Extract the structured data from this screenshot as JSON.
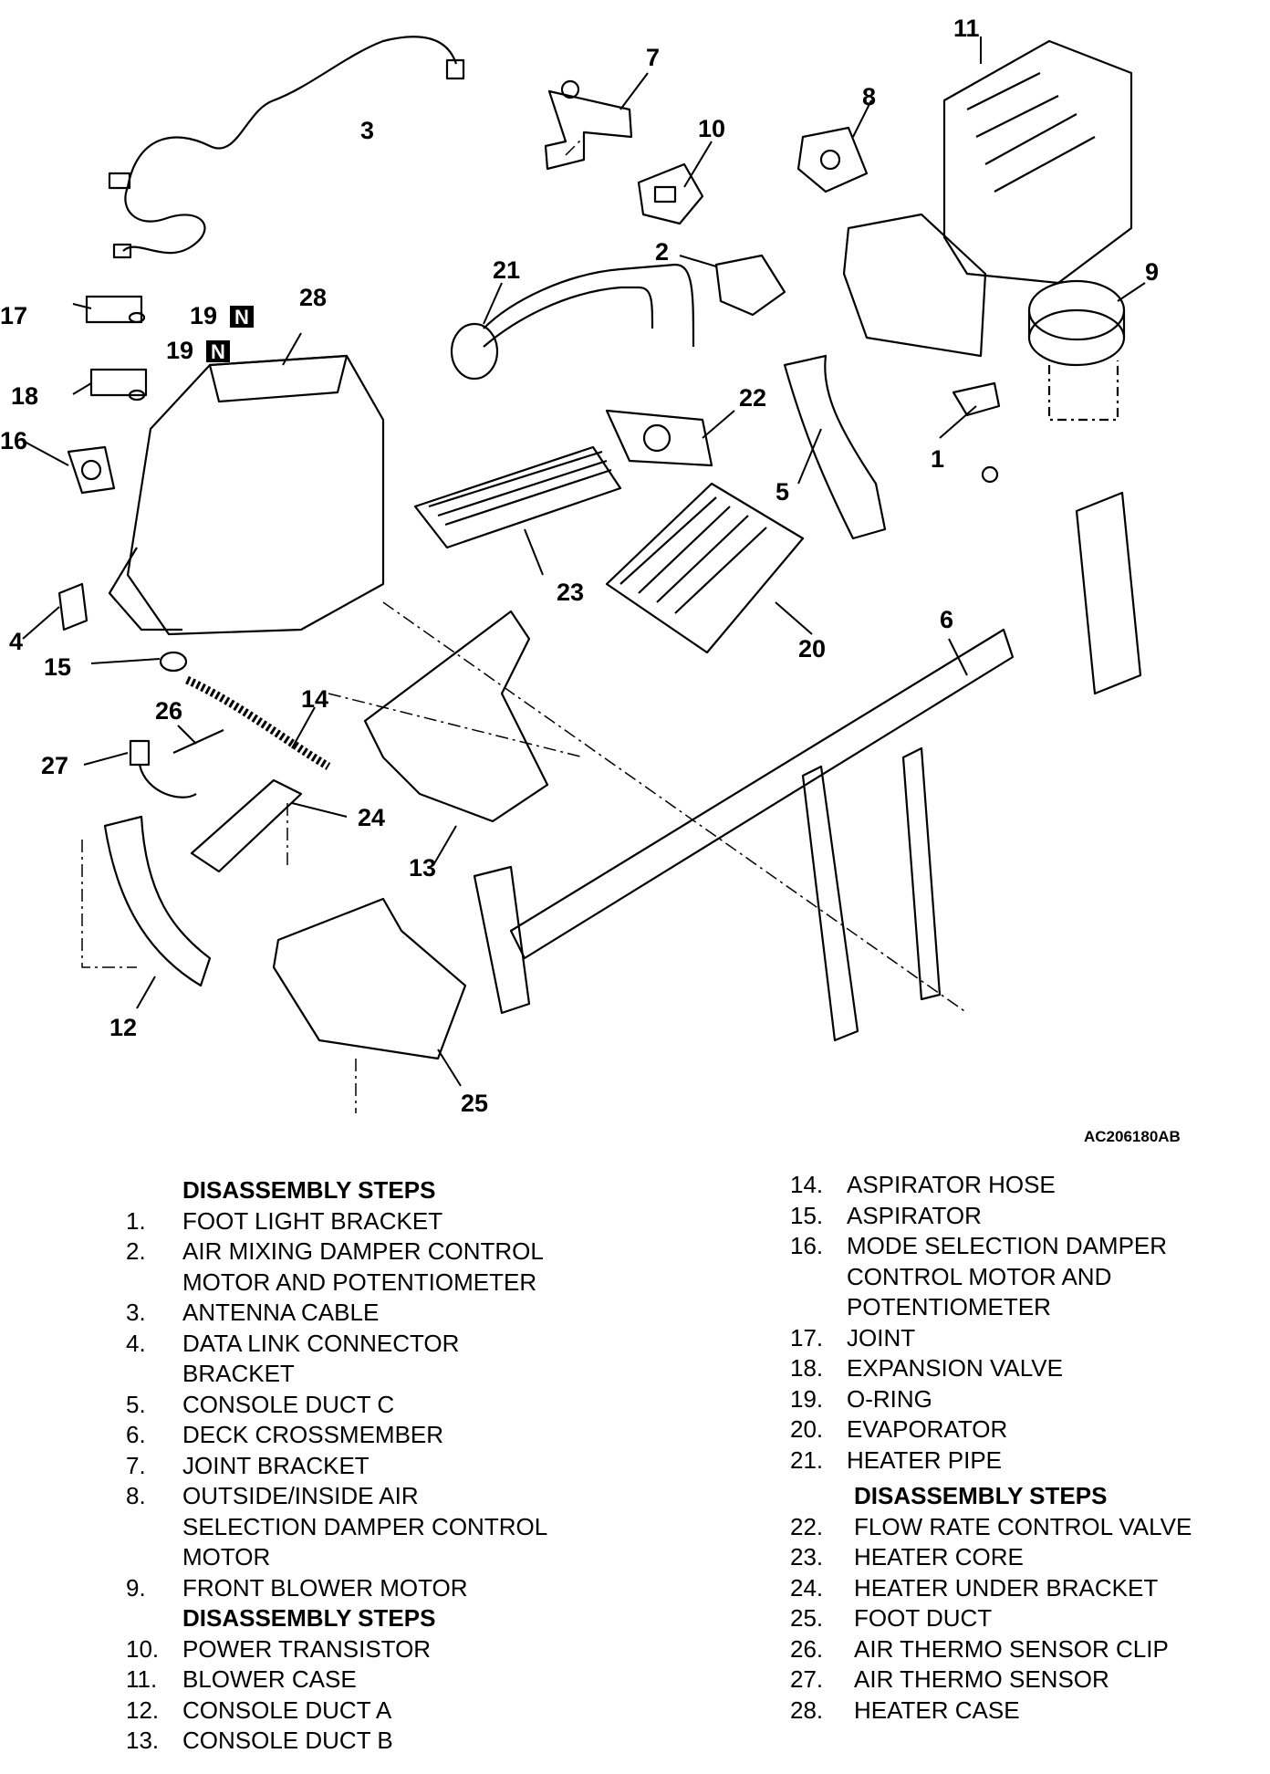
{
  "figure_id": "AC206180AB",
  "callouts": [
    "1",
    "2",
    "3",
    "4",
    "5",
    "6",
    "7",
    "8",
    "9",
    "10",
    "11",
    "12",
    "13",
    "14",
    "15",
    "16",
    "17",
    "18",
    "19",
    "20",
    "21",
    "22",
    "23",
    "24",
    "25",
    "26",
    "27",
    "28"
  ],
  "n_marker": "N",
  "group1": {
    "heading": "DISASSEMBLY STEPS",
    "steps": [
      {
        "num": "1.",
        "text": "FOOT LIGHT BRACKET"
      },
      {
        "num": "2.",
        "text": "AIR MIXING DAMPER CONTROL"
      },
      {
        "num": "",
        "text": "MOTOR AND POTENTIOMETER"
      },
      {
        "num": "3.",
        "text": "ANTENNA CABLE"
      },
      {
        "num": "4.",
        "text": "DATA LINK CONNECTOR"
      },
      {
        "num": "",
        "text": "BRACKET"
      },
      {
        "num": "5.",
        "text": "CONSOLE DUCT C"
      },
      {
        "num": "6.",
        "text": "DECK CROSSMEMBER"
      },
      {
        "num": "7.",
        "text": "JOINT BRACKET"
      },
      {
        "num": "8.",
        "text": "OUTSIDE/INSIDE AIR"
      },
      {
        "num": "",
        "text": "SELECTION DAMPER CONTROL"
      },
      {
        "num": "",
        "text": "MOTOR"
      },
      {
        "num": "9.",
        "text": "FRONT BLOWER MOTOR"
      }
    ]
  },
  "group2": {
    "heading": "DISASSEMBLY STEPS",
    "steps": [
      {
        "num": "10.",
        "text": "POWER TRANSISTOR"
      },
      {
        "num": "11.",
        "text": "BLOWER CASE"
      },
      {
        "num": "12.",
        "text": "CONSOLE DUCT A"
      },
      {
        "num": "13.",
        "text": "CONSOLE DUCT B"
      }
    ]
  },
  "group3": {
    "steps": [
      {
        "num": "14.",
        "text": "ASPIRATOR HOSE"
      },
      {
        "num": "15.",
        "text": "ASPIRATOR"
      },
      {
        "num": "16.",
        "text": "MODE SELECTION DAMPER"
      },
      {
        "num": "",
        "text": "CONTROL MOTOR AND"
      },
      {
        "num": "",
        "text": "POTENTIOMETER"
      },
      {
        "num": "17.",
        "text": "JOINT"
      },
      {
        "num": "18.",
        "text": "EXPANSION VALVE"
      },
      {
        "num": "19.",
        "text": "O-RING"
      },
      {
        "num": "20.",
        "text": "EVAPORATOR"
      },
      {
        "num": "21.",
        "text": "HEATER PIPE"
      }
    ]
  },
  "group4": {
    "heading": "DISASSEMBLY STEPS",
    "steps": [
      {
        "num": "22.",
        "text": "FLOW RATE CONTROL VALVE"
      },
      {
        "num": "23.",
        "text": "HEATER CORE"
      },
      {
        "num": "24.",
        "text": "HEATER UNDER BRACKET"
      },
      {
        "num": "25.",
        "text": "FOOT DUCT"
      },
      {
        "num": "26.",
        "text": "AIR THERMO SENSOR CLIP"
      },
      {
        "num": "27.",
        "text": "AIR THERMO SENSOR"
      },
      {
        "num": "28.",
        "text": "HEATER CASE"
      }
    ]
  }
}
